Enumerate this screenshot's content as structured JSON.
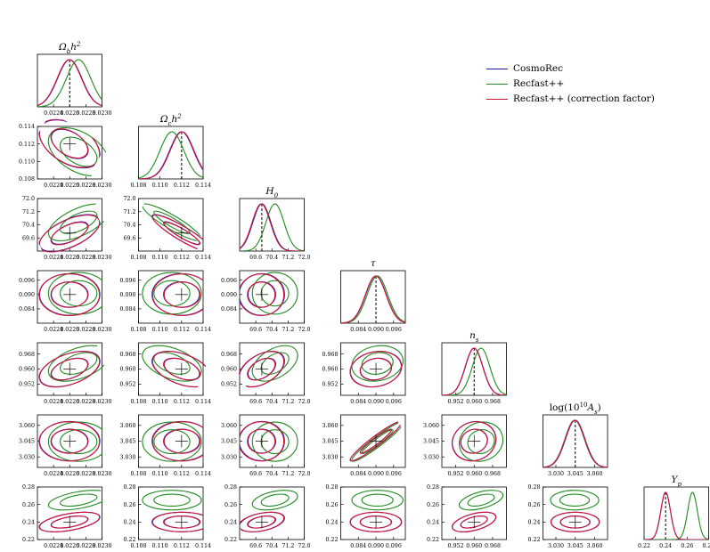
{
  "legend": {
    "items": [
      {
        "label": "CosmoRec",
        "color": "#1a1aa6"
      },
      {
        "label": "Recfast++",
        "color": "#1f8a1f"
      },
      {
        "label": "Recfast++ (correction factor)",
        "color": "#d4143c"
      }
    ]
  },
  "chart_data": {
    "type": "corner",
    "parameters": [
      {
        "label": "Ω_b h²",
        "label_main": "Ω",
        "label_sub": "b",
        "label_rest": "h",
        "label_sup": "2",
        "lim": [
          0.0222,
          0.023
        ],
        "ticks": [
          0.0224,
          0.0226,
          0.0228,
          0.023
        ],
        "tick_labels": [
          "0.0224",
          "0.0226",
          "0.0228",
          "0.0230"
        ],
        "sigma": 0.00015
      },
      {
        "label": "Ω_c h²",
        "label_main": "Ω",
        "label_sub": "c",
        "label_rest": "h",
        "label_sup": "2",
        "lim": [
          0.108,
          0.114
        ],
        "ticks": [
          0.108,
          0.11,
          0.112,
          0.114
        ],
        "tick_labels": [
          "0.108",
          "0.110",
          "0.112",
          "0.114"
        ],
        "sigma": 0.0011
      },
      {
        "label": "H_0",
        "label_main": "H",
        "label_sub": "0",
        "label_rest": "",
        "label_sup": "",
        "lim": [
          68.8,
          72.0
        ],
        "ticks": [
          69.6,
          70.4,
          71.2,
          72.0
        ],
        "tick_labels": [
          "69.6",
          "70.4",
          "71.2",
          "72.0"
        ],
        "sigma": 0.45
      },
      {
        "label": "τ",
        "label_main": "τ",
        "label_sub": "",
        "label_rest": "",
        "label_sup": "",
        "lim": [
          0.078,
          0.1
        ],
        "ticks": [
          0.084,
          0.09,
          0.096
        ],
        "tick_labels": [
          "0.084",
          "0.090",
          "0.096"
        ],
        "sigma": 0.0035
      },
      {
        "label": "n_s",
        "label_main": "n",
        "label_sub": "s",
        "label_rest": "",
        "label_sup": "",
        "lim": [
          0.946,
          0.974
        ],
        "ticks": [
          0.952,
          0.96,
          0.968
        ],
        "tick_labels": [
          "0.952",
          "0.960",
          "0.968"
        ],
        "sigma": 0.0038
      },
      {
        "label": "log(10¹⁰ A_s)",
        "label_main": "log(10",
        "label_sub": "s",
        "label_rest": "",
        "label_sup": "10",
        "lim": [
          3.02,
          3.07
        ],
        "ticks": [
          3.03,
          3.045,
          3.06
        ],
        "tick_labels": [
          "3.030",
          "3.045",
          "3.060"
        ],
        "sigma": 0.0075
      },
      {
        "label": "Y_p",
        "label_main": "Y",
        "label_sub": "p",
        "label_rest": "",
        "label_sup": "",
        "lim": [
          0.22,
          0.28
        ],
        "ticks": [
          0.22,
          0.24,
          0.26,
          0.28
        ],
        "tick_labels": [
          "0.22",
          "0.24",
          "0.26",
          "0.28"
        ],
        "sigma": 0.0045
      }
    ],
    "fiducial": [
      0.0226,
      0.112,
      69.9,
      0.09,
      0.96,
      3.045,
      0.24
    ],
    "series": [
      {
        "name": "CosmoRec",
        "color": "#1a1aa6",
        "means": [
          0.0226,
          0.112,
          69.9,
          0.09,
          0.96,
          3.045,
          0.24
        ]
      },
      {
        "name": "Recfast++",
        "color": "#1f8a1f",
        "means": [
          0.02271,
          0.1111,
          70.55,
          0.0905,
          0.963,
          3.0445,
          0.265
        ]
      },
      {
        "name": "Recfast++ (correction factor)",
        "color": "#d4143c",
        "means": [
          0.022595,
          0.11205,
          69.87,
          0.0899,
          0.9599,
          3.0448,
          0.24
        ]
      }
    ],
    "correlations": [
      [
        0,
        1,
        -0.45
      ],
      [
        0,
        2,
        0.6
      ],
      [
        0,
        3,
        0.0
      ],
      [
        0,
        4,
        0.45
      ],
      [
        0,
        5,
        0.0
      ],
      [
        0,
        6,
        0.5
      ],
      [
        1,
        2,
        -0.9
      ],
      [
        1,
        3,
        0.0
      ],
      [
        1,
        4,
        -0.45
      ],
      [
        1,
        5,
        0.0
      ],
      [
        1,
        6,
        0.0
      ],
      [
        2,
        3,
        0.0
      ],
      [
        2,
        4,
        0.45
      ],
      [
        2,
        5,
        0.0
      ],
      [
        2,
        6,
        0.4
      ],
      [
        3,
        4,
        0.15
      ],
      [
        3,
        5,
        0.95
      ],
      [
        3,
        6,
        0.0
      ],
      [
        4,
        5,
        0.1
      ],
      [
        4,
        6,
        0.5
      ],
      [
        5,
        6,
        0.0
      ]
    ],
    "contour_levels_sigma": [
      1,
      2
    ],
    "grid": false,
    "legend_position": "top-right"
  }
}
